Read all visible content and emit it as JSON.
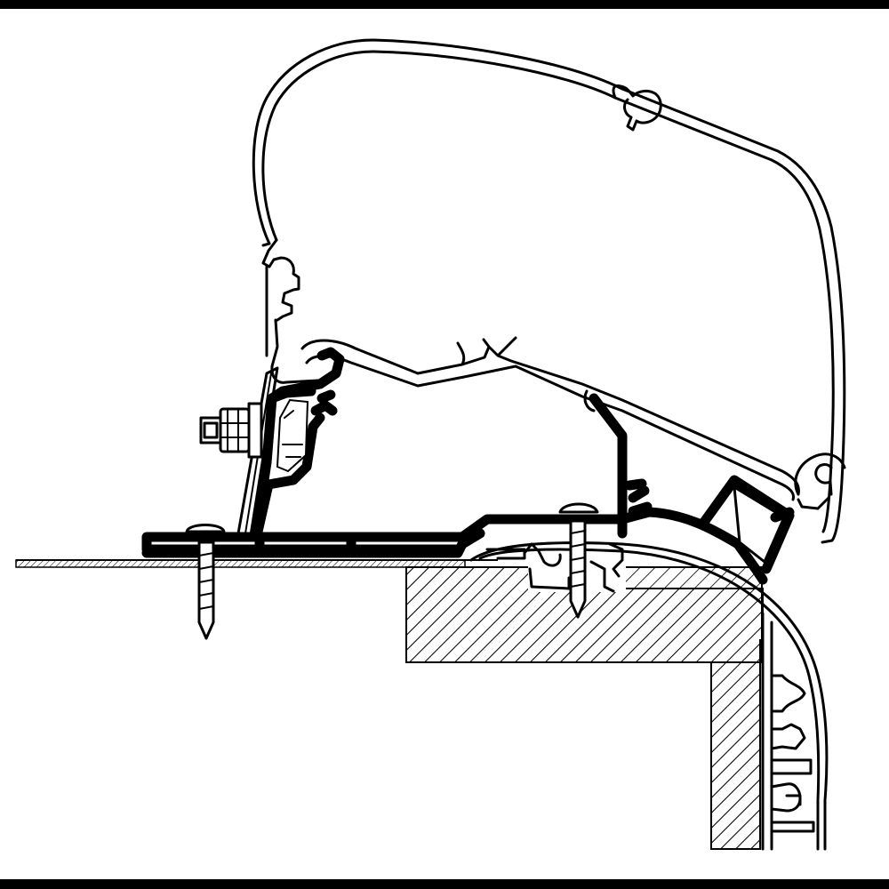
{
  "diagram": {
    "type": "technical-cross-section",
    "colors": {
      "ink": "#000000",
      "paper": "#ffffff"
    },
    "parts": [
      "awning-cassette",
      "adapter-rail",
      "mounting-bracket",
      "bolt-and-nut",
      "left-screw",
      "right-screw",
      "roof-wall-corner-profile",
      "roof-panel-hatched",
      "wall-panel-hatched"
    ]
  }
}
